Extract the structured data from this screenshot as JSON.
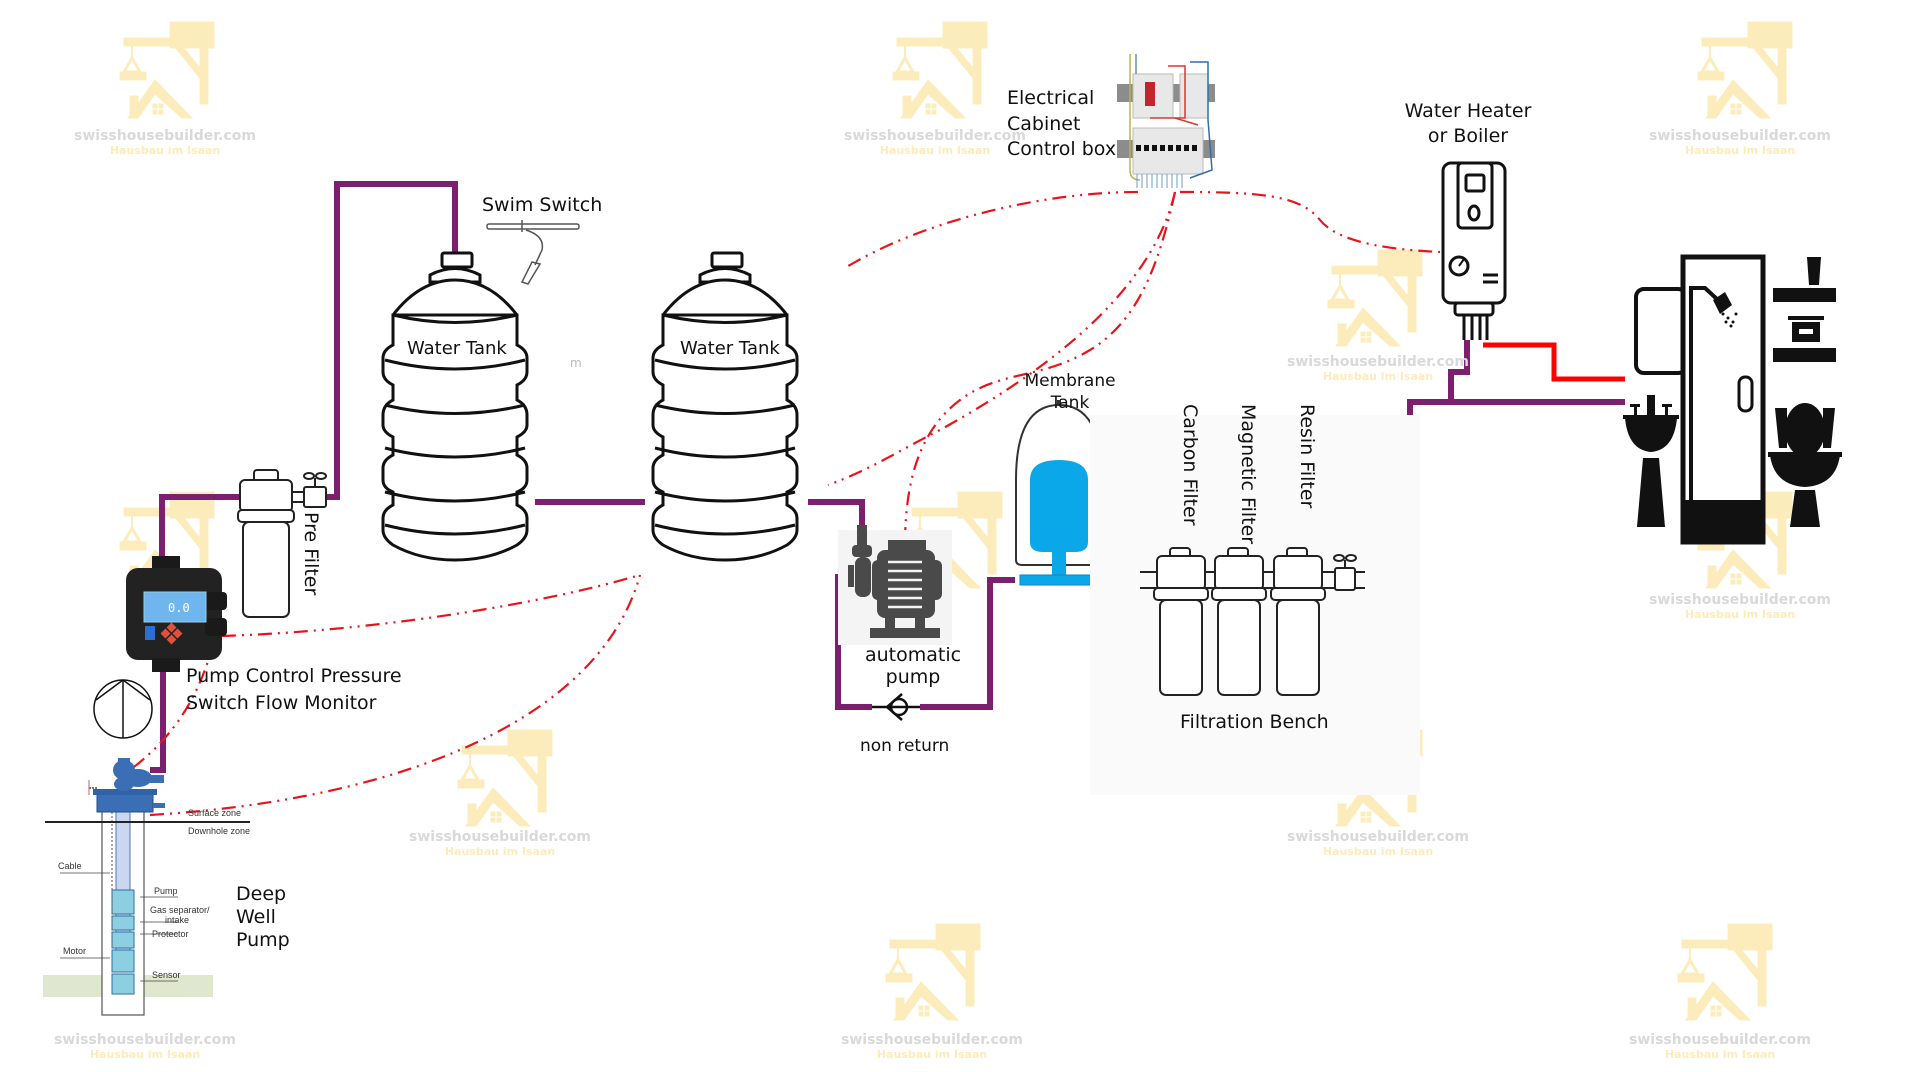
{
  "diagram": {
    "title": "Water supply system schematic",
    "colors": {
      "pipe": "#7b1f6e",
      "hot_pipe": "#ff0000",
      "control_wire": "#e8141c",
      "membrane": "#0aa8e8",
      "watermark_logo": "#fdecbb",
      "watermark_text": "#d9d9d9"
    },
    "labels": {
      "swim_switch": "Swim Switch",
      "water_tank_1": "Water Tank",
      "water_tank_2": "Water Tank",
      "tank_mark": "m",
      "pre_filter": "Pre Filter",
      "pump_control_line1": "Pump Control Pressure",
      "pump_control_line2": "Switch Flow Monitor",
      "deep_well_line1": "Deep",
      "deep_well_line2": "Well",
      "deep_well_line3": "Pump",
      "automatic_pump_line1": "automatic",
      "automatic_pump_line2": "pump",
      "non_return": "non return",
      "membrane_tank_line1": "Membrane",
      "membrane_tank_line2": "Tank",
      "carbon_filter": "Carbon Filter",
      "magnetic_filter": "Magnetic Filter",
      "resin_filter": "Resin Filter",
      "filtration_bench": "Filtration Bench",
      "electrical_line1": "Electrical",
      "electrical_line2": "Cabinet",
      "electrical_line3": "Control box",
      "heater_line1": "Water Heater",
      "heater_line2": "or Boiler"
    },
    "well_callouts": {
      "surface_zone": "Surface zone",
      "downhole_zone": "Downhole zone",
      "cable": "Cable",
      "pump": "Pump",
      "gas_separator": "Gas separator/",
      "intake": "intake",
      "protector": "Protector",
      "motor": "Motor",
      "sensor": "Sensor"
    },
    "pressure_switch_display": "0.0",
    "watermark": {
      "site": "swisshousebuilder.com",
      "tagline": "Hausbau im Isaan"
    }
  }
}
